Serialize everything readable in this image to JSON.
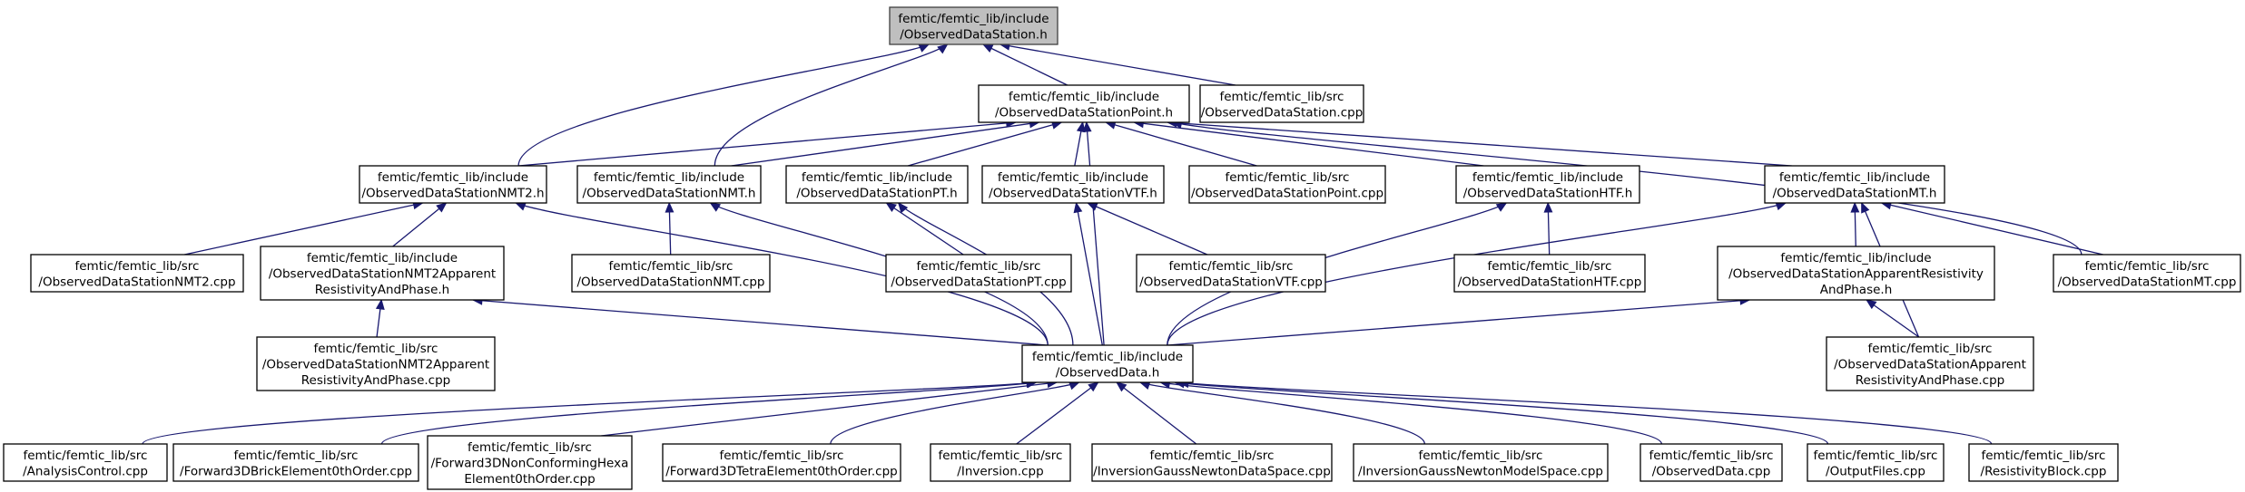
{
  "graph": {
    "nodes": [
      {
        "id": "root",
        "lines": [
          "femtic/femtic_lib/include",
          "/ObservedDataStation.h"
        ],
        "highlight": true
      },
      {
        "id": "point_h",
        "lines": [
          "femtic/femtic_lib/include",
          "/ObservedDataStationPoint.h"
        ]
      },
      {
        "id": "station_cpp",
        "lines": [
          "femtic/femtic_lib/src",
          "/ObservedDataStation.cpp"
        ]
      },
      {
        "id": "nmt2_h",
        "lines": [
          "femtic/femtic_lib/include",
          "/ObservedDataStationNMT2.h"
        ]
      },
      {
        "id": "nmt_h",
        "lines": [
          "femtic/femtic_lib/include",
          "/ObservedDataStationNMT.h"
        ]
      },
      {
        "id": "pt_h",
        "lines": [
          "femtic/femtic_lib/include",
          "/ObservedDataStationPT.h"
        ]
      },
      {
        "id": "vtf_h",
        "lines": [
          "femtic/femtic_lib/include",
          "/ObservedDataStationVTF.h"
        ]
      },
      {
        "id": "point_cpp",
        "lines": [
          "femtic/femtic_lib/src",
          "/ObservedDataStationPoint.cpp"
        ]
      },
      {
        "id": "htf_h",
        "lines": [
          "femtic/femtic_lib/include",
          "/ObservedDataStationHTF.h"
        ]
      },
      {
        "id": "mt_h",
        "lines": [
          "femtic/femtic_lib/include",
          "/ObservedDataStationMT.h"
        ]
      },
      {
        "id": "nmt2_cpp",
        "lines": [
          "femtic/femtic_lib/src",
          "/ObservedDataStationNMT2.cpp"
        ]
      },
      {
        "id": "nmt2arp_h",
        "lines": [
          "femtic/femtic_lib/include",
          "/ObservedDataStationNMT2Apparent",
          "ResistivityAndPhase.h"
        ]
      },
      {
        "id": "nmt_cpp",
        "lines": [
          "femtic/femtic_lib/src",
          "/ObservedDataStationNMT.cpp"
        ]
      },
      {
        "id": "pt_cpp",
        "lines": [
          "femtic/femtic_lib/src",
          "/ObservedDataStationPT.cpp"
        ]
      },
      {
        "id": "vtf_cpp",
        "lines": [
          "femtic/femtic_lib/src",
          "/ObservedDataStationVTF.cpp"
        ]
      },
      {
        "id": "htf_cpp",
        "lines": [
          "femtic/femtic_lib/src",
          "/ObservedDataStationHTF.cpp"
        ]
      },
      {
        "id": "arp_h",
        "lines": [
          "femtic/femtic_lib/include",
          "/ObservedDataStationApparentResistivity",
          "AndPhase.h"
        ]
      },
      {
        "id": "mt_cpp",
        "lines": [
          "femtic/femtic_lib/src",
          "/ObservedDataStationMT.cpp"
        ]
      },
      {
        "id": "nmt2arp_cpp",
        "lines": [
          "femtic/femtic_lib/src",
          "/ObservedDataStationNMT2Apparent",
          "ResistivityAndPhase.cpp"
        ]
      },
      {
        "id": "data_h",
        "lines": [
          "femtic/femtic_lib/include",
          "/ObservedData.h"
        ]
      },
      {
        "id": "arp_cpp",
        "lines": [
          "femtic/femtic_lib/src",
          "/ObservedDataStationApparent",
          "ResistivityAndPhase.cpp"
        ]
      },
      {
        "id": "analysis_cpp",
        "lines": [
          "femtic/femtic_lib/src",
          "/AnalysisControl.cpp"
        ]
      },
      {
        "id": "brick_cpp",
        "lines": [
          "femtic/femtic_lib/src",
          "/Forward3DBrickElement0thOrder.cpp"
        ]
      },
      {
        "id": "hexa_cpp",
        "lines": [
          "femtic/femtic_lib/src",
          "/Forward3DNonConformingHexa",
          "Element0thOrder.cpp"
        ]
      },
      {
        "id": "tetra_cpp",
        "lines": [
          "femtic/femtic_lib/src",
          "/Forward3DTetraElement0thOrder.cpp"
        ]
      },
      {
        "id": "inversion_cpp",
        "lines": [
          "femtic/femtic_lib/src",
          "/Inversion.cpp"
        ]
      },
      {
        "id": "ign_data_cpp",
        "lines": [
          "femtic/femtic_lib/src",
          "/InversionGaussNewtonDataSpace.cpp"
        ]
      },
      {
        "id": "ign_model_cpp",
        "lines": [
          "femtic/femtic_lib/src",
          "/InversionGaussNewtonModelSpace.cpp"
        ]
      },
      {
        "id": "data_cpp",
        "lines": [
          "femtic/femtic_lib/src",
          "/ObservedData.cpp"
        ]
      },
      {
        "id": "output_cpp",
        "lines": [
          "femtic/femtic_lib/src",
          "/OutputFiles.cpp"
        ]
      },
      {
        "id": "resblock_cpp",
        "lines": [
          "femtic/femtic_lib/src",
          "/ResistivityBlock.cpp"
        ]
      }
    ],
    "edges": [
      [
        "point_h",
        "root"
      ],
      [
        "station_cpp",
        "root"
      ],
      [
        "nmt2_h",
        "root"
      ],
      [
        "nmt_h",
        "root"
      ],
      [
        "nmt2_h",
        "point_h"
      ],
      [
        "nmt_h",
        "point_h"
      ],
      [
        "pt_h",
        "point_h"
      ],
      [
        "vtf_h",
        "point_h"
      ],
      [
        "point_cpp",
        "point_h"
      ],
      [
        "htf_h",
        "point_h"
      ],
      [
        "mt_h",
        "point_h"
      ],
      [
        "mt_cpp",
        "point_h"
      ],
      [
        "data_h",
        "point_h"
      ],
      [
        "nmt2_cpp",
        "nmt2_h"
      ],
      [
        "nmt2arp_h",
        "nmt2_h"
      ],
      [
        "data_h",
        "nmt2_h"
      ],
      [
        "nmt2arp_cpp",
        "nmt2arp_h"
      ],
      [
        "data_h",
        "nmt2arp_h"
      ],
      [
        "nmt_cpp",
        "nmt_h"
      ],
      [
        "data_h",
        "nmt_h"
      ],
      [
        "pt_cpp",
        "pt_h"
      ],
      [
        "data_h",
        "pt_h"
      ],
      [
        "vtf_cpp",
        "vtf_h"
      ],
      [
        "data_h",
        "vtf_h"
      ],
      [
        "htf_cpp",
        "htf_h"
      ],
      [
        "data_h",
        "htf_h"
      ],
      [
        "arp_h",
        "mt_h"
      ],
      [
        "mt_cpp",
        "mt_h"
      ],
      [
        "arp_cpp",
        "mt_h"
      ],
      [
        "data_h",
        "mt_h"
      ],
      [
        "arp_cpp",
        "arp_h"
      ],
      [
        "data_h",
        "arp_h"
      ],
      [
        "analysis_cpp",
        "data_h"
      ],
      [
        "brick_cpp",
        "data_h"
      ],
      [
        "hexa_cpp",
        "data_h"
      ],
      [
        "tetra_cpp",
        "data_h"
      ],
      [
        "inversion_cpp",
        "data_h"
      ],
      [
        "ign_data_cpp",
        "data_h"
      ],
      [
        "ign_model_cpp",
        "data_h"
      ],
      [
        "data_cpp",
        "data_h"
      ],
      [
        "output_cpp",
        "data_h"
      ],
      [
        "resblock_cpp",
        "data_h"
      ]
    ]
  }
}
